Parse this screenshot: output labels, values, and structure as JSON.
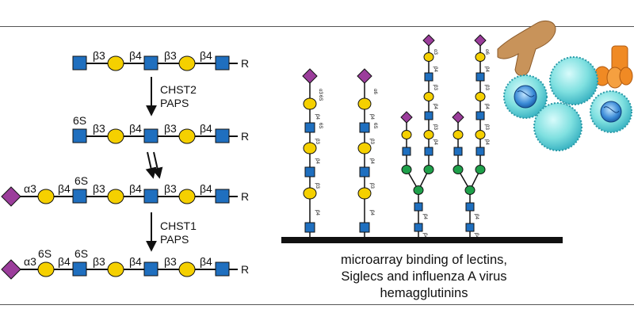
{
  "scheme": {
    "step1": {
      "enzyme": "CHST2",
      "cofactor": "PAPS"
    },
    "step2": {
      "enzyme": "CHST1",
      "cofactor": "PAPS"
    },
    "linkages": {
      "b3": "β3",
      "b4": "β4",
      "a3": "α3",
      "s6": "6S",
      "r": "R"
    }
  },
  "array": {
    "small": {
      "a3": "α3",
      "a6": "α6",
      "s6": "6S",
      "b3": "β3",
      "b4": "β4"
    },
    "caption": [
      "microarray binding of lectins,",
      "Siglecs and influenza A virus",
      "hemagglutinins"
    ]
  },
  "colors": {
    "glcnac": "#1f6fbf",
    "galactose": "#f5d000",
    "sialic": "#9b3d9b",
    "mannose": "#1fa04a",
    "virus": "#7fe0e0",
    "lectin_brown": "#c8935a",
    "lectin_orange": "#f08a24"
  }
}
